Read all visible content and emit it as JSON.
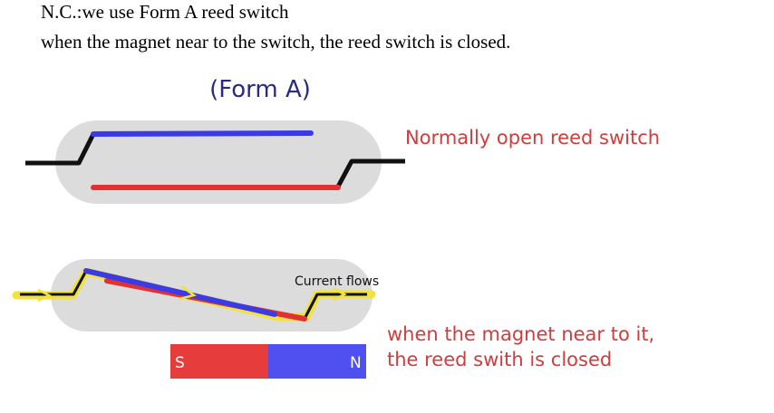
{
  "header": {
    "line1": "N.C.:we use Form A reed switch",
    "line2": "when the magnet near to the switch, the reed switch is closed."
  },
  "diagram": {
    "title": "(Form A)",
    "open_label": "Normally open reed switch",
    "current_label": "Current flows",
    "closed_label_line1": "when the magnet near to it,",
    "closed_label_line2": "the reed swith is closed",
    "magnet_south": "S",
    "magnet_north": "N"
  },
  "colors": {
    "glass": "#dcdcdc",
    "reed_top": "#3a3ae6",
    "reed_bottom": "#e03232",
    "lead": "#111111",
    "label_red": "#d23c3c",
    "title_blue": "#2a2a80",
    "current": "#f2e23a",
    "magnet_south": "#e63c3c",
    "magnet_north": "#5050f0"
  }
}
